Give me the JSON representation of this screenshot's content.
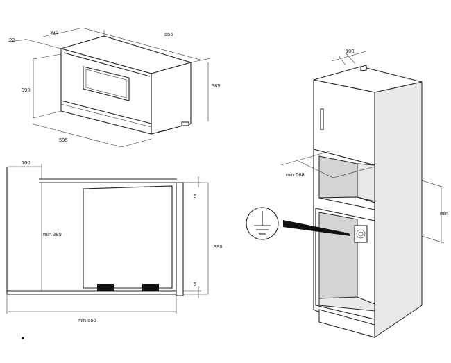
{
  "labels": {
    "top_left": {
      "d22": "22",
      "d312": "312",
      "d555": "555",
      "d390": "390",
      "d385": "385",
      "d595": "595"
    },
    "side_view": {
      "d100": "100",
      "min380": "min 380",
      "d390": "390",
      "s_top": "5",
      "s_bottom": "5",
      "min550": "min 550"
    },
    "cabinet": {
      "d100": "100",
      "min568": "min 568",
      "min_right": "min"
    }
  }
}
